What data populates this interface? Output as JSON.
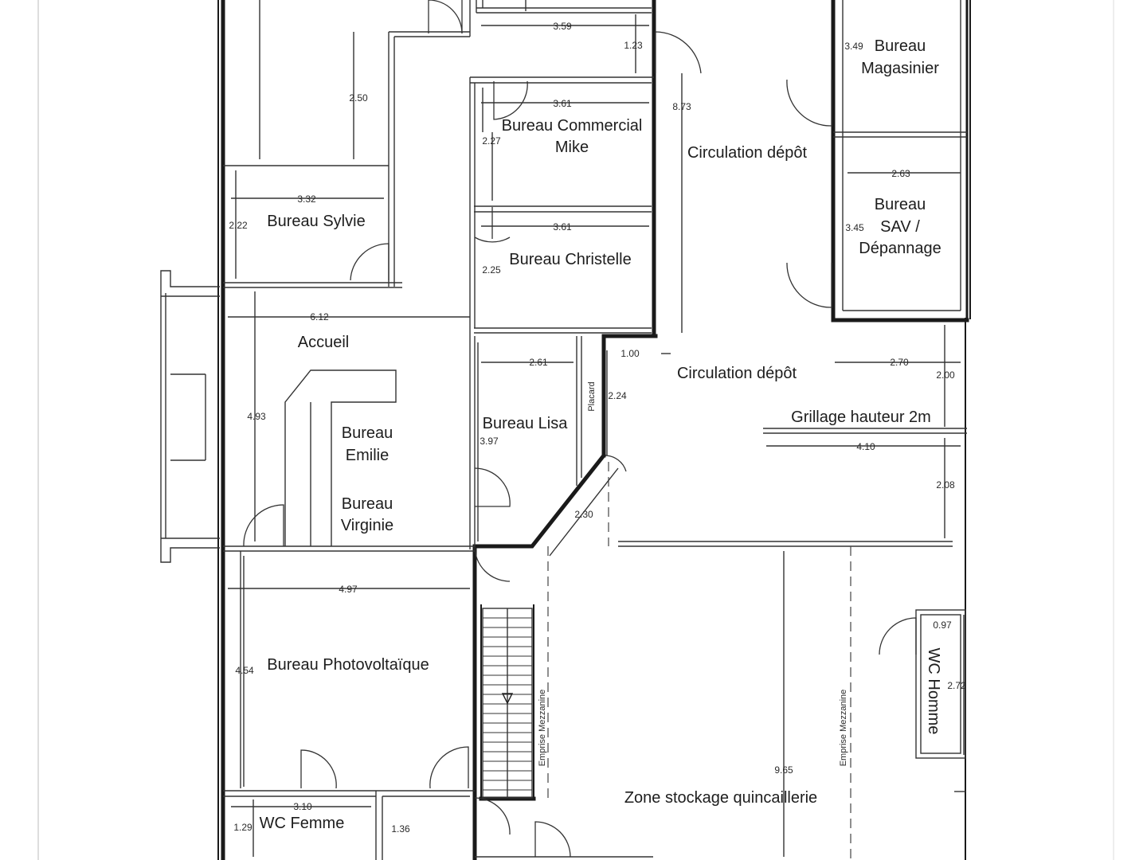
{
  "rooms": {
    "bureau_magasinier_1": "Bureau",
    "bureau_magasinier_2": "Magasinier",
    "bureau_commercial_1": "Bureau Commercial",
    "bureau_commercial_2": "Mike",
    "circulation_depot_top": "Circulation dépôt",
    "bureau_sav_1": "Bureau",
    "bureau_sav_2": "SAV /",
    "bureau_sav_3": "Dépannage",
    "bureau_sylvie": "Bureau Sylvie",
    "bureau_christelle": "Bureau Christelle",
    "accueil": "Accueil",
    "circulation_depot_mid": "Circulation dépôt",
    "grillage": "Grillage hauteur 2m",
    "bureau_emilie_1": "Bureau",
    "bureau_emilie_2": "Emilie",
    "bureau_lisa": "Bureau Lisa",
    "bureau_virginie_1": "Bureau",
    "bureau_virginie_2": "Virginie",
    "bureau_photovoltaique": "Bureau Photovoltaïque",
    "wc_homme": "WC Homme",
    "zone_stockage": "Zone stockage quincaillerie",
    "wc_femme": "WC Femme",
    "placard": "Placard",
    "emprise_mezzanine_1": "Emprise Mezzanine",
    "emprise_mezzanine_2": "Emprise Mezzanine"
  },
  "dimensions": {
    "d_3_59": "3.59",
    "d_1_23": "1.23",
    "d_3_49": "3.49",
    "d_2_50": "2.50",
    "d_3_61_a": "3.61",
    "d_8_73": "8.73",
    "d_2_27": "2.27",
    "d_2_63": "2.63",
    "d_3_32": "3.32",
    "d_2_22": "2.22",
    "d_3_45": "3.45",
    "d_3_61_b": "3.61",
    "d_2_25": "2.25",
    "d_6_12": "6.12",
    "d_1_00": "1.00",
    "d_2_70": "2.70",
    "d_2_61": "2.61",
    "d_2_00": "2.00",
    "d_2_24": "2.24",
    "d_4_93": "4.93",
    "d_3_97": "3.97",
    "d_4_10": "4.10",
    "d_2_08": "2.08",
    "d_2_30": "2.30",
    "d_4_97": "4.97",
    "d_0_97": "0.97",
    "d_4_54": "4.54",
    "d_2_72": "2.72",
    "d_9_65": "9.65",
    "d_3_10": "3.10",
    "d_1_29": "1.29",
    "d_1_36": "1.36"
  }
}
